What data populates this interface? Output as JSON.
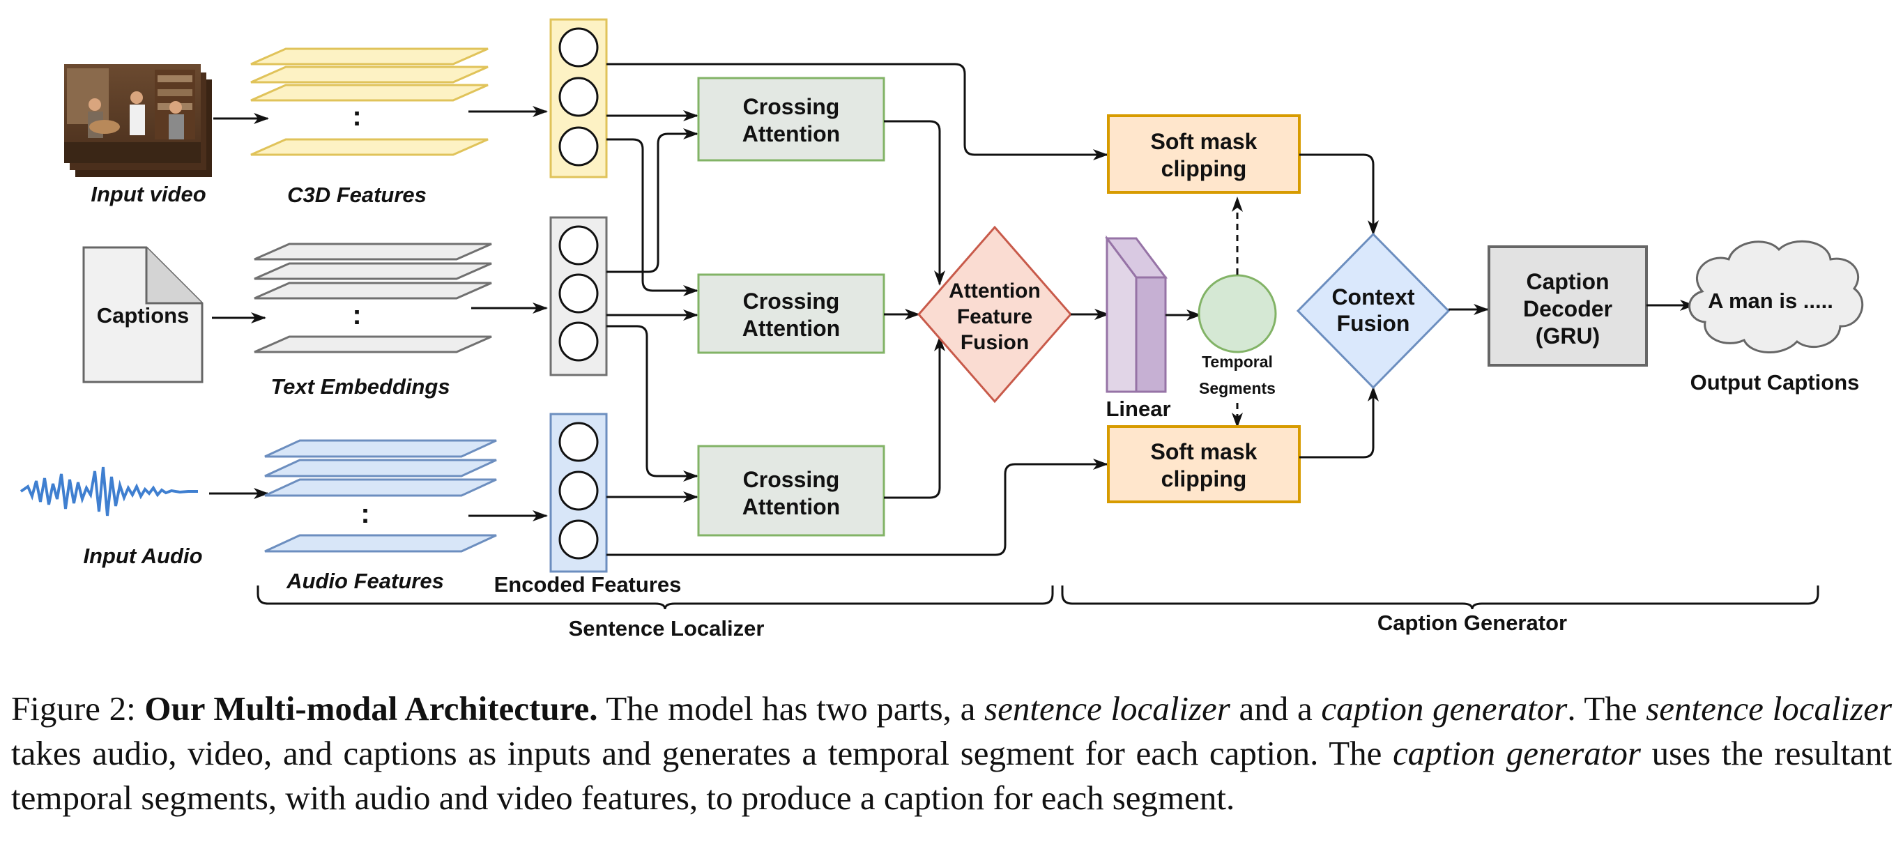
{
  "diagram": {
    "inputs": {
      "video_label": "Input video",
      "captions_doc_label": "Captions",
      "audio_label": "Input Audio"
    },
    "features": {
      "c3d_label": "C3D Features",
      "text_label": "Text Embeddings",
      "audio_label": "Audio Features",
      "dots": ":"
    },
    "encoded_label": "Encoded Features",
    "crossing_attention": [
      "Crossing",
      "Attention"
    ],
    "attention_fusion": [
      "Attention",
      "Feature",
      "Fusion"
    ],
    "linear_label": "Linear",
    "temporal_segments": [
      "Temporal",
      "Segments"
    ],
    "soft_mask": [
      "Soft mask",
      "clipping"
    ],
    "context_fusion": [
      "Context",
      "Fusion"
    ],
    "caption_decoder": [
      "Caption",
      "Decoder",
      "(GRU)"
    ],
    "output_text": "A man is .....",
    "output_label": "Output Captions",
    "sentence_localizer_label": "Sentence Localizer",
    "caption_generator_label": "Caption Generator",
    "colors": {
      "yellow_fill": "#fdf2c4",
      "yellow_stroke": "#e0c35a",
      "gray_fill": "#eeeeee",
      "gray_stroke": "#707070",
      "blue_fill": "#d8e6f8",
      "blue_stroke": "#6c8ebf",
      "green_fill": "#e3e8e3",
      "green_stroke": "#82b366",
      "orange_fill": "#ffe6cc",
      "orange_stroke": "#d79b00",
      "red_fill": "#fadcd2",
      "red_stroke": "#c85a4a",
      "purple_fill": "#e1d5e7",
      "purple_stroke": "#9673a6",
      "circle_fill": "#d5e8d4"
    }
  },
  "caption": {
    "label": "Figure 2:",
    "title": "Our Multi-modal Architecture.",
    "s1": "The model has two parts, a",
    "i1": "sentence localizer",
    "s2": "and a",
    "i2": "caption generator",
    "s3": ". The",
    "i3": "sentence localizer",
    "s4": "takes audio, video, and captions as inputs and generates a temporal segment for each caption. The",
    "i4": "caption generator",
    "s5": "uses the resultant temporal segments, with audio and video features, to produce a caption for each segment."
  }
}
